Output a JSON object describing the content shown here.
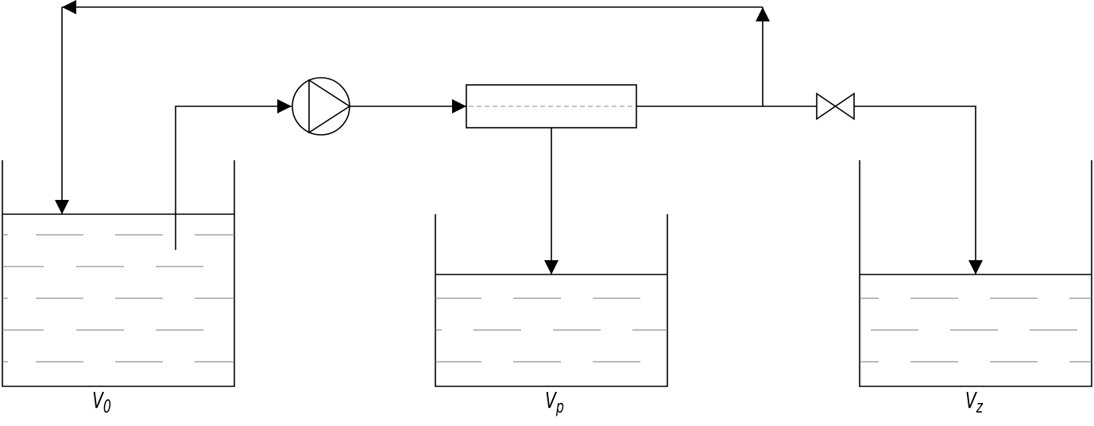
{
  "labels": {
    "tank_feed": {
      "base": "V",
      "sub": "0"
    },
    "tank_permeate": {
      "base": "V",
      "sub": "p"
    },
    "tank_retentate": {
      "base": "V",
      "sub": "z"
    }
  }
}
